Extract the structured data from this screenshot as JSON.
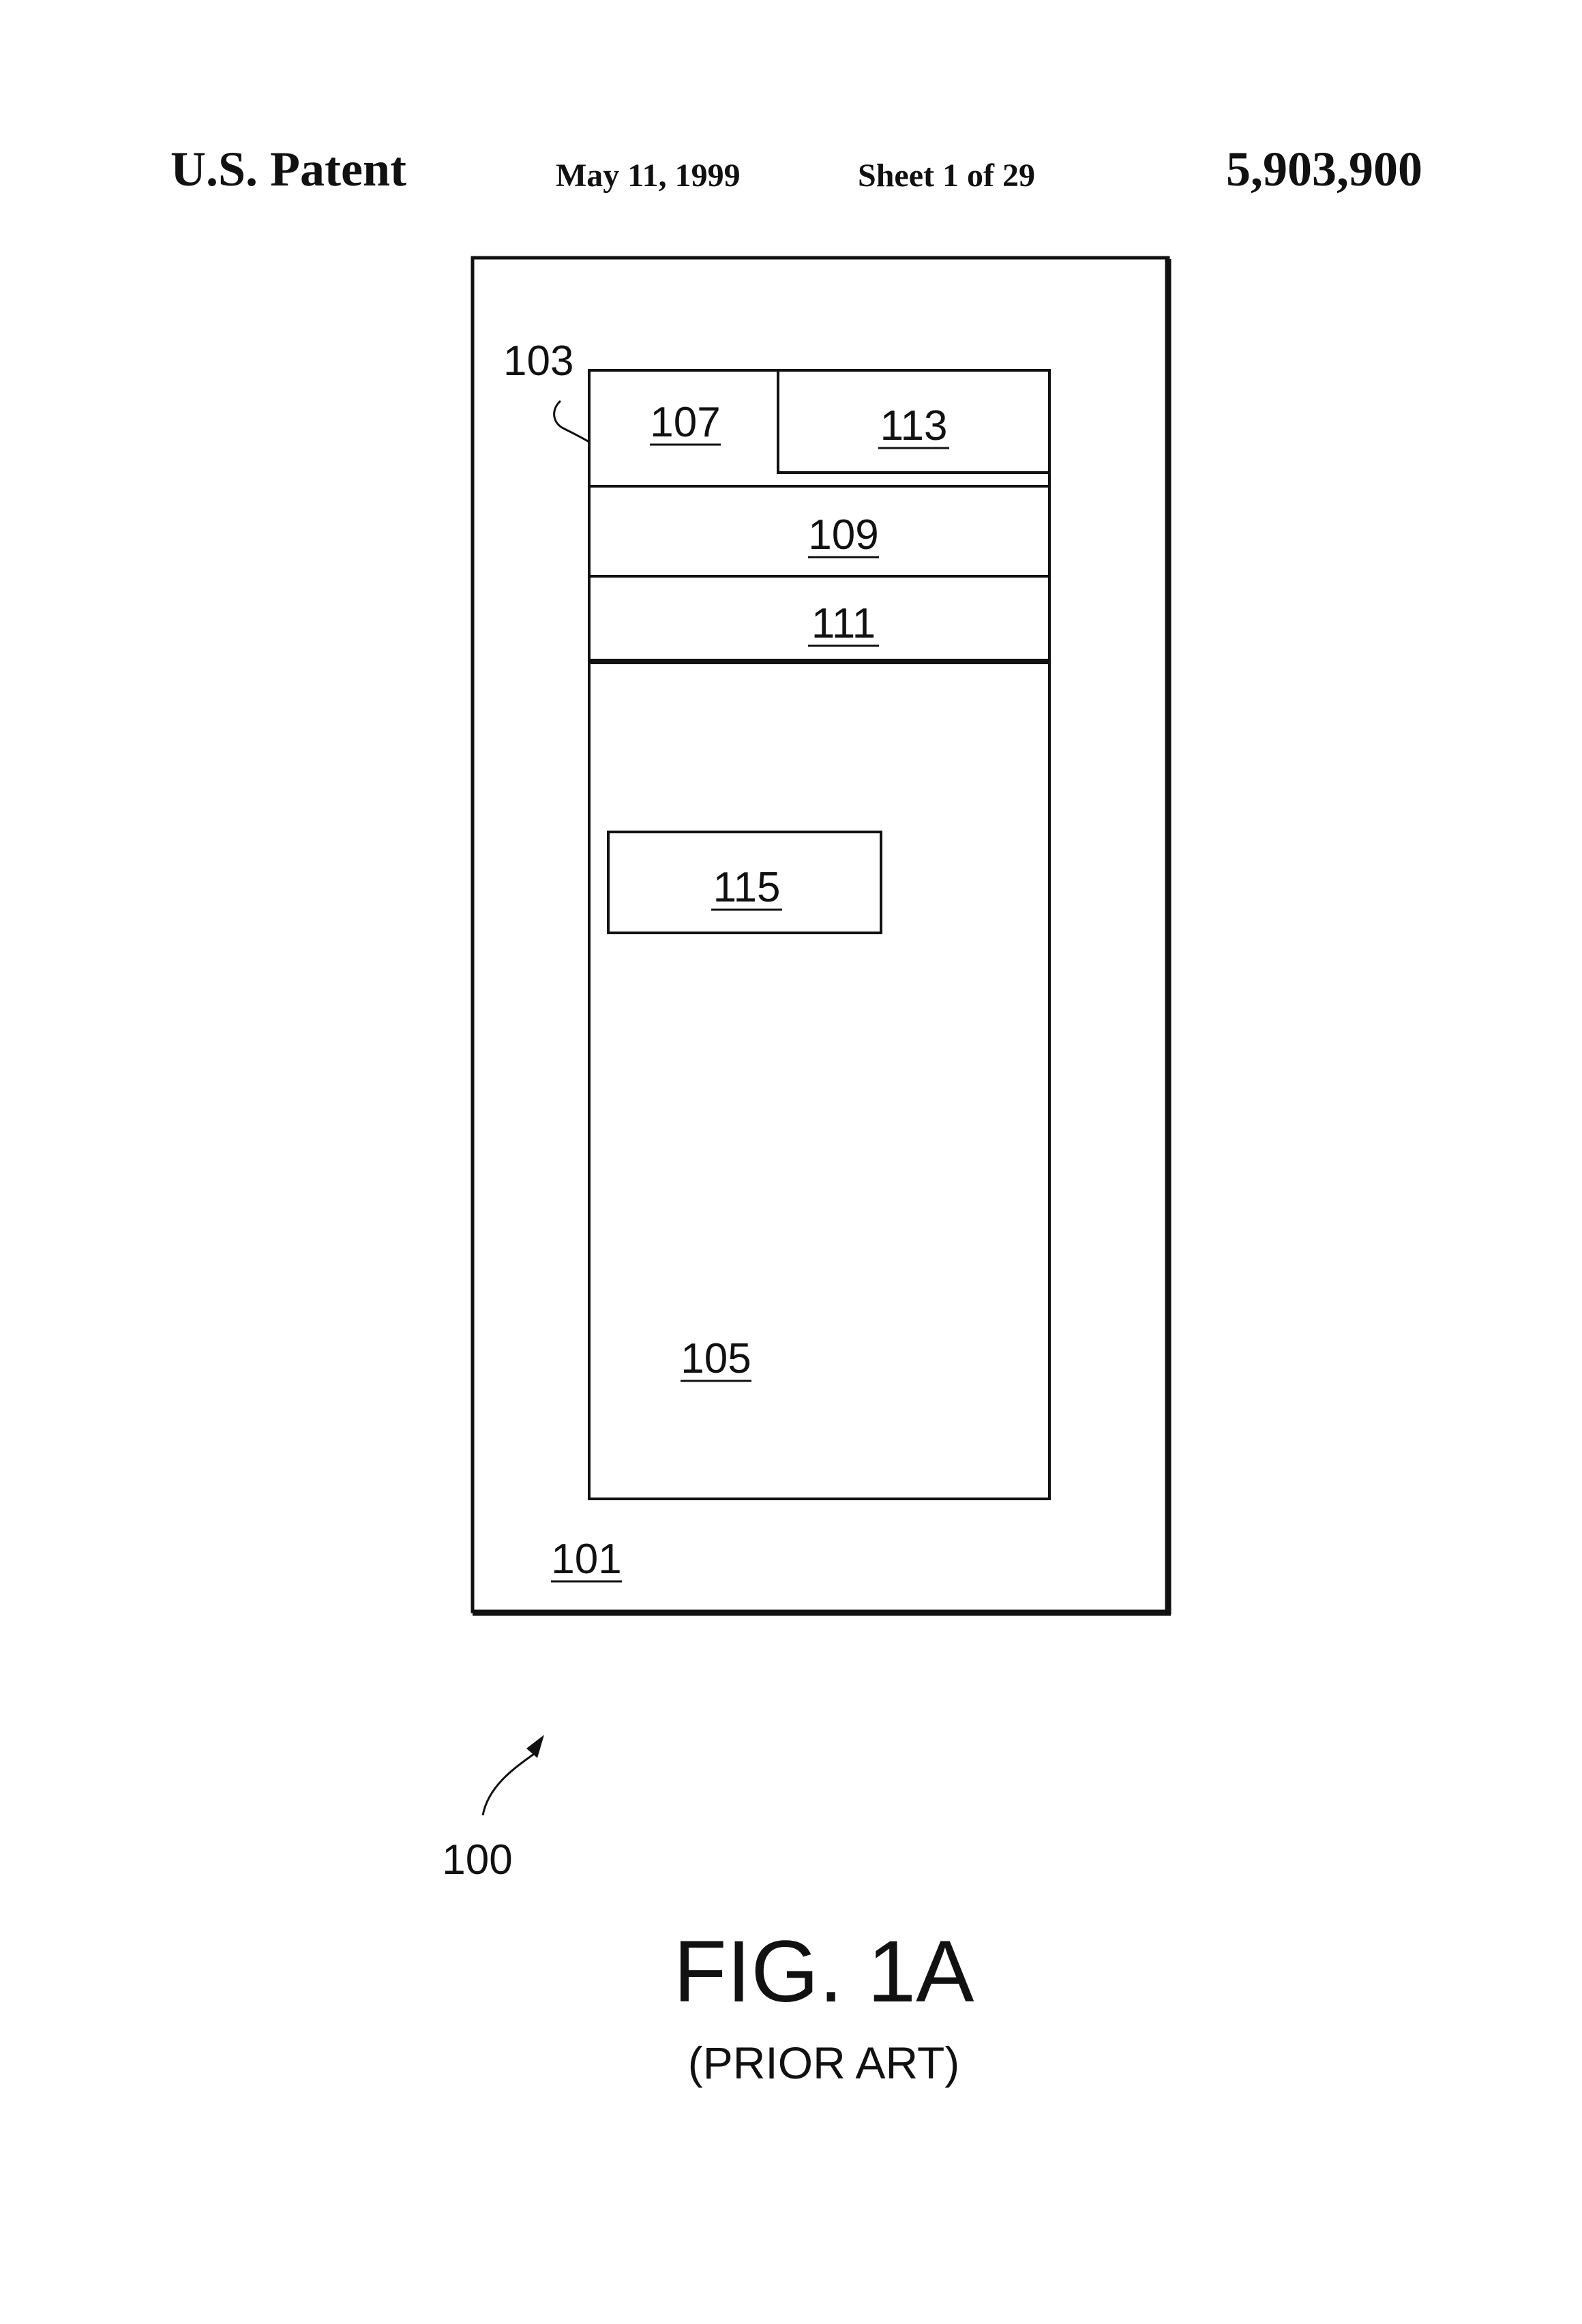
{
  "header": {
    "left_title": "U.S. Patent",
    "date": "May 11, 1999",
    "sheet": "Sheet 1 of 29",
    "patent_number": "5,903,900"
  },
  "figure": {
    "labels": {
      "outer_frame": "101",
      "inner_window": "103",
      "area_107": "107",
      "area_113": "113",
      "bar_109": "109",
      "bar_111": "111",
      "box_115": "115",
      "area_105": "105",
      "assembly": "100"
    },
    "caption": "FIG. 1A",
    "caption_sub": "(PRIOR ART)"
  }
}
